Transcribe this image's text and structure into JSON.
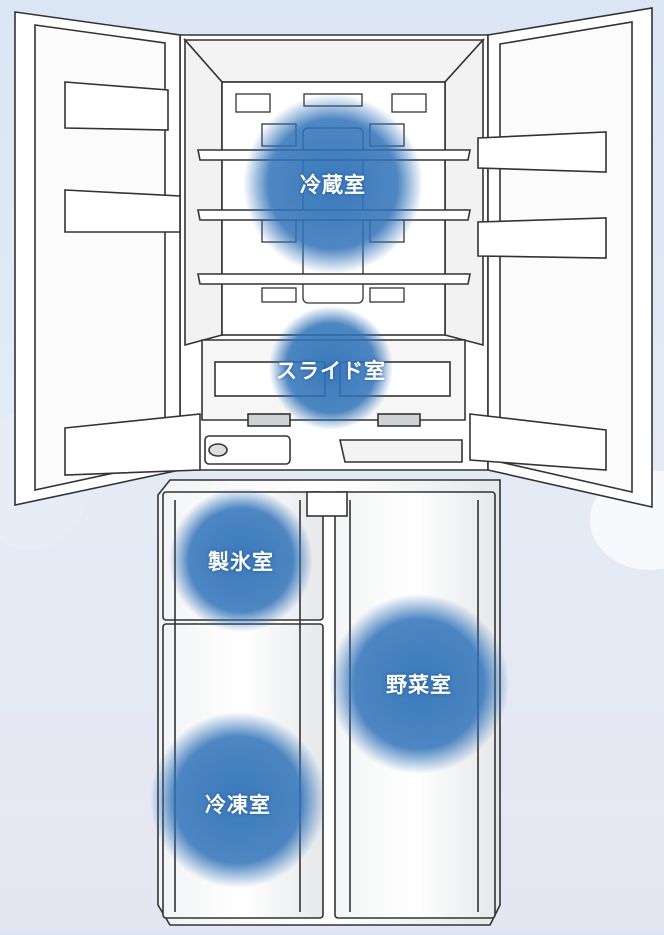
{
  "compartments": [
    {
      "key": "fridge",
      "label": "冷蔵室"
    },
    {
      "key": "slide",
      "label": "スライド室"
    },
    {
      "key": "ice",
      "label": "製氷室"
    },
    {
      "key": "vegetable",
      "label": "野菜室"
    },
    {
      "key": "freezer",
      "label": "冷凍室"
    }
  ],
  "colors": {
    "highlight": "#2f72b8",
    "background": "#dbe6f4",
    "outline": "#333333",
    "body": "#ffffff",
    "door_lower": "#eef0f2"
  }
}
